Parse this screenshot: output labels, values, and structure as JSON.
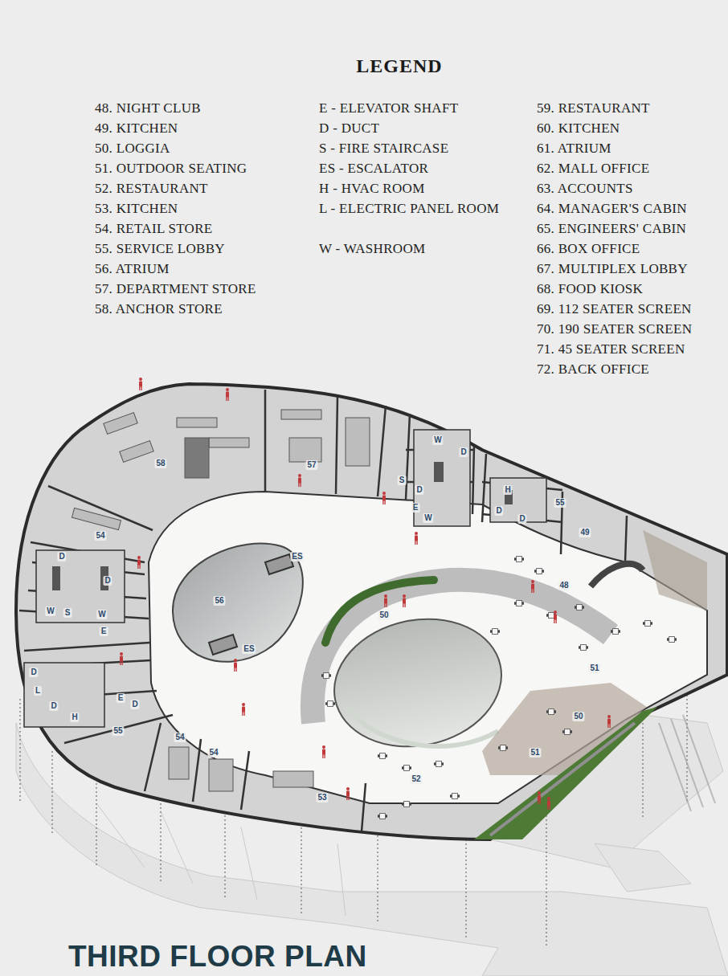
{
  "diagram": {
    "title": "THIRD FLOOR PLAN",
    "labels": [
      "LEGEND",
      "58",
      "57",
      "S",
      "W",
      "D",
      "D",
      "E",
      "W",
      "H",
      "D",
      "D",
      "55",
      "49",
      "48",
      "54",
      "D",
      "D",
      "ES",
      "50",
      "W",
      "S",
      "W",
      "E",
      "56",
      "ES",
      "51",
      "D",
      "L",
      "D",
      "E",
      "D",
      "50",
      "H",
      "55",
      "54",
      "51",
      "54",
      "52",
      "53"
    ],
    "legend": [
      {
        "text": "48. NIGHT CLUB"
      },
      {
        "text": "49. KITCHEN"
      },
      {
        "text": "50. LOGGIA"
      },
      {
        "text": "51. OUTDOOR SEATING"
      },
      {
        "text": "52. RESTAURANT"
      },
      {
        "text": "53. KITCHEN"
      },
      {
        "text": "54. RETAIL STORE"
      },
      {
        "text": "55. SERVICE LOBBY"
      },
      {
        "text": "56. ATRIUM"
      },
      {
        "text": "57. DEPARTMENT STORE"
      },
      {
        "text": "58. ANCHOR STORE"
      },
      {
        "text": "E - ELEVATOR SHAFT"
      },
      {
        "text": "D - DUCT"
      },
      {
        "text": "S - FIRE STAIRCASE"
      },
      {
        "text": "ES - ESCALATOR"
      },
      {
        "text": "H - HVAC ROOM"
      },
      {
        "text": "L - ELECTRIC PANEL ROOM"
      },
      {
        "text": "W - WASHROOM"
      },
      {
        "text": "59. RESTAURANT"
      },
      {
        "text": "60. KITCHEN"
      },
      {
        "text": "61. ATRIUM"
      },
      {
        "text": "62. MALL OFFICE"
      },
      {
        "text": "63. ACCOUNTS"
      },
      {
        "text": "64. MANAGER'S CABIN"
      },
      {
        "text": "65. ENGINEERS' CABIN"
      },
      {
        "text": "66. BOX OFFICE"
      },
      {
        "text": "67. MULTIPLEX LOBBY"
      },
      {
        "text": "68. FOOD KIOSK"
      },
      {
        "text": "69. 112 SEATER SCREEN"
      },
      {
        "text": "70. 190 SEATER SCREEN"
      },
      {
        "text": "71. 45 SEATER SCREEN"
      },
      {
        "text": "72. BACK OFFICE"
      }
    ]
  }
}
